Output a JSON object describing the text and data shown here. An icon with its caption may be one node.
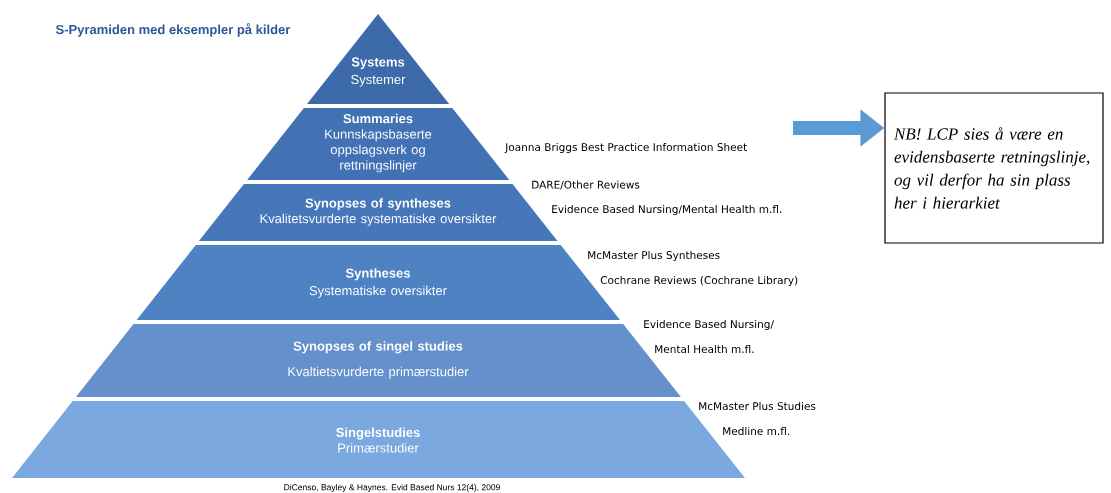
{
  "diagram": {
    "title": "S-Pyramiden med eksempler på kilder",
    "caption": "DiCenso, Bayley & Haynes. Evid Based Nurs 12(4), 2009",
    "nodes": [
      {
        "text": [
          "Systems",
          "Systemer"
        ]
      },
      {
        "text": [
          "Summaries",
          "Kunnskapsbaserte oppslagsverk og rettningslinjer"
        ],
        "beside": [
          "Joanna Briggs Best Practice Information Sheet"
        ]
      },
      {
        "text": [
          "Synopses of syntheses",
          "Kvalitetsvurderte systematiske oversikter"
        ],
        "beside": [
          "DARE/Other Reviews",
          "Evidence Based Nursing/Mental Health m.fl."
        ]
      },
      {
        "text": [
          "Syntheses",
          "Systematiske oversikter"
        ],
        "beside": [
          "McMaster Plus Syntheses",
          "Cochrane Reviews (Cochrane Library)"
        ]
      },
      {
        "text": [
          "Synopses of singel studies",
          "Kvaltietsvurderte primærstudier"
        ],
        "beside": [
          "Evidence Based Nursing/",
          "Mental Health m.fl."
        ]
      },
      {
        "text": [
          "Singelstudies",
          "Primærstudier"
        ],
        "beside": [
          "McMaster Plus Studies",
          "Medline m.fl."
        ]
      },
      {
        "text": [
          "NB! LCP sies å være en evidensbaserte retningslinje, og vil derfor ha sin plass her i hierarkiet"
        ]
      }
    ],
    "edges": [
      {
        "from": null,
        "to": 6,
        "arrow": "to"
      }
    ]
  }
}
